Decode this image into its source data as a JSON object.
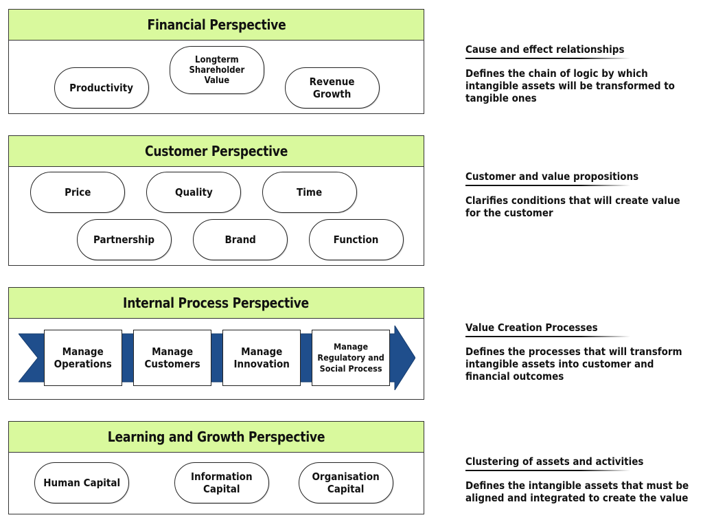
{
  "financial": {
    "title": "Financial Perspective",
    "items": [
      "Productivity",
      "Longterm\nShareholder\nValue",
      "Revenue\nGrowth"
    ]
  },
  "customer": {
    "title": "Customer Perspective",
    "items": [
      "Price",
      "Quality",
      "Time",
      "Partnership",
      "Brand",
      "Function"
    ]
  },
  "internal": {
    "title": "Internal Process Perspective",
    "items": [
      "Manage\nOperations",
      "Manage\nCustomers",
      "Manage\nInnovation",
      "Manage\nRegulatory and\nSocial Process"
    ]
  },
  "learning": {
    "title": "Learning and Growth Perspective",
    "items": [
      "Human Capital",
      "Information\nCapital",
      "Organisation\nCapital"
    ]
  },
  "notes": [
    {
      "heading": "Cause and effect relationships",
      "text": "Defines the chain of logic by which intangible assets will be transformed to tangible ones"
    },
    {
      "heading": "Customer and value propositions",
      "text": "Clarifies conditions that will create value for the customer"
    },
    {
      "heading": "Value Creation Processes",
      "text": "Defines the processes that will transform intangible assets into customer and financial outcomes"
    },
    {
      "heading": "Clustering of assets and activities",
      "text": "Defines the intangible assets that must be aligned and integrated to create the value"
    }
  ],
  "colors": {
    "header_bg": "#d9f99d",
    "arrow": "#1f4e8c"
  }
}
